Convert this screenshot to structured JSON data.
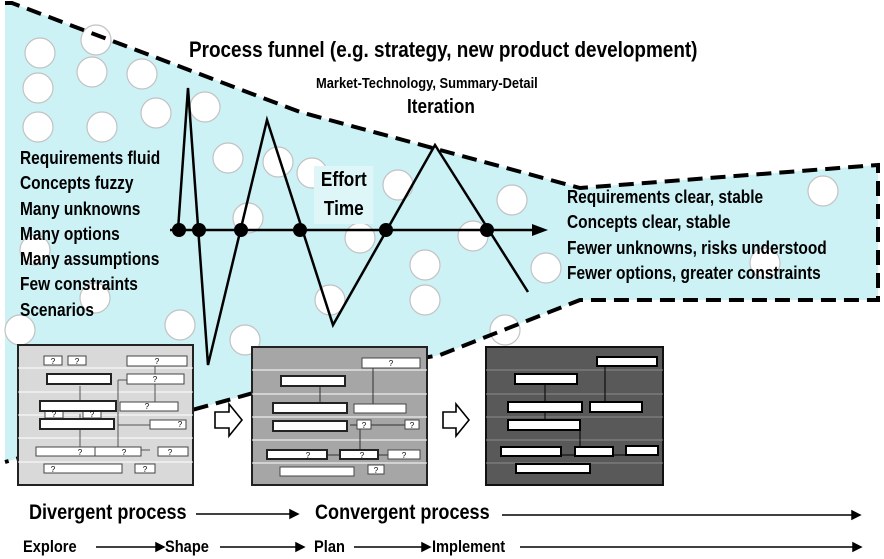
{
  "title": "Process funnel (e.g. strategy, new product development)",
  "subtitle": "Market-Technology, Summary-Detail",
  "iteration_label": "Iteration",
  "effort_label": "Effort",
  "time_label": "Time",
  "left_conditions": [
    "Requirements fluid",
    "Concepts fuzzy",
    "Many unknowns",
    "Many options",
    "Many assumptions",
    "Few constraints",
    "Scenarios"
  ],
  "right_conditions": [
    "Requirements clear, stable",
    "Concepts clear, stable",
    "Fewer unknowns, risks understood",
    "Fewer options, greater constraints"
  ],
  "unknown_marker": "?",
  "process_types": {
    "divergent": "Divergent process",
    "convergent": "Convergent process"
  },
  "phases": {
    "explore": "Explore",
    "shape": "Shape",
    "plan": "Plan",
    "implement": "Implement"
  },
  "colors": {
    "funnel_fill": "#ccf2f6",
    "panel_light": "#d9d9d9",
    "panel_mid": "#a6a6a6",
    "panel_dark": "#595959"
  }
}
